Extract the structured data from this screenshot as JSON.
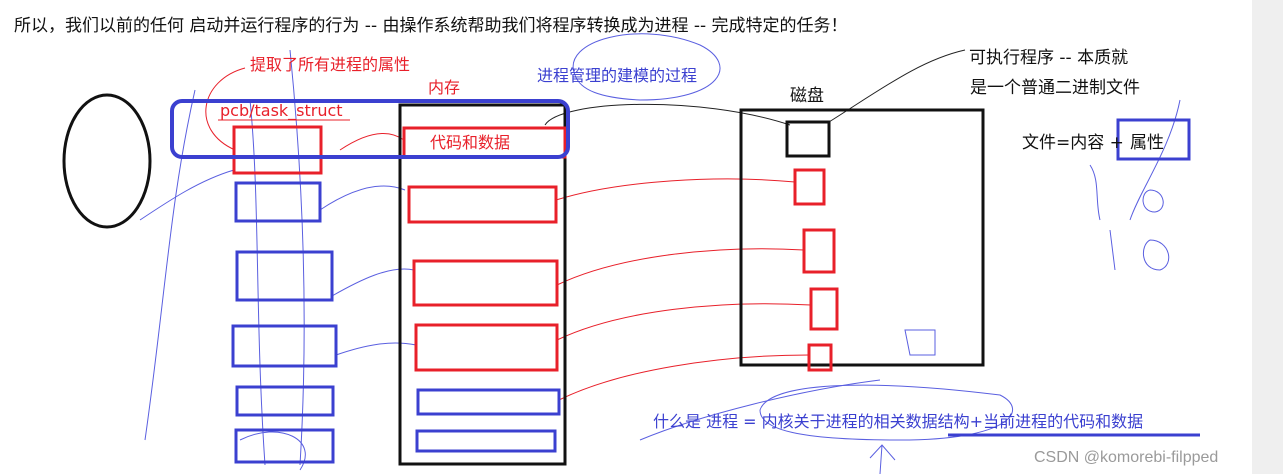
{
  "header": {
    "text": "所以，我们以前的任何 启动并运行程序的行为 -- 由操作系统帮助我们将程序转换成为进程 -- 完成特定的任务！"
  },
  "labels": {
    "attributes_note": "提取了所有进程的属性",
    "pcb": "pcb/task_struct",
    "memory": "内存",
    "modeling_note": "进程管理的建模的过程",
    "code_data": "代码和数据",
    "disk": "磁盘",
    "exe_line1": "可执行程序 -- 本质就",
    "exe_line2": "是一个普通二进制文件",
    "file_formula": "文件=内容 + ",
    "file_attr": "属性",
    "definition_a": "什么是 进程 = 内核关于进程的相关数据结构+",
    "definition_b": "当前进程的代码和数据"
  },
  "watermark": "CSDN @komorebi-filpped",
  "colors": {
    "red": "#e8202a",
    "blue": "#3b40d0",
    "black": "#111111"
  }
}
